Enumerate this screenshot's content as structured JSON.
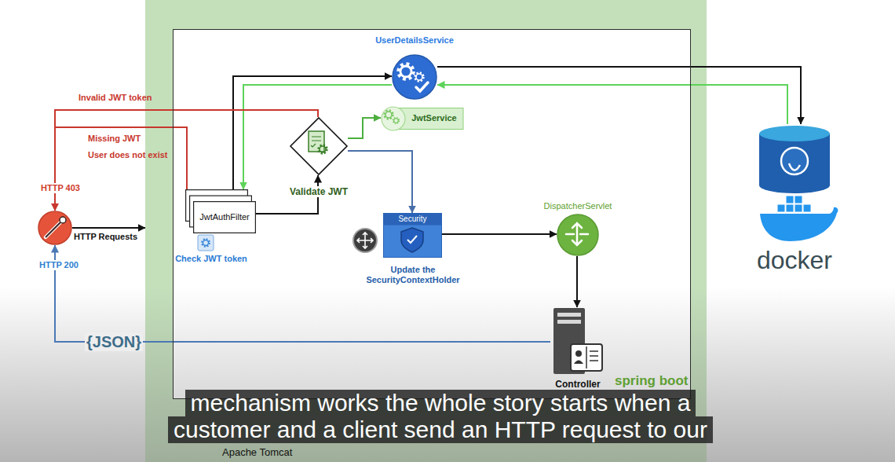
{
  "diagram": {
    "nodes": [
      {
        "text": [
          "HTTP 403",
          "HTTP 200"
        ]
      },
      {
        "text": [
          "Apache Tomcat"
        ]
      },
      {
        "text": [
          "spring boot"
        ],
        "in": 1
      },
      {
        "text": [
          "UserDetailsService"
        ],
        "in": 2
      },
      {
        "text": [
          "JwtService"
        ],
        "in": 2
      },
      {
        "text": [
          "Validate JWT"
        ],
        "in": 2
      },
      {
        "text": [
          "JwtAuthFilter",
          "Check JWT token"
        ],
        "in": 2
      },
      {
        "text": [
          "Security",
          "Update the SecurityContextHolder"
        ],
        "in": 2
      },
      {
        "text": [
          "DispatcherServlet"
        ],
        "in": 2
      },
      {
        "text": [
          "Controller"
        ],
        "in": 2
      },
      {
        "text": [
          "docker"
        ]
      }
    ],
    "edges": [
      {
        "from": 0,
        "to": 1,
        "label": "HTTP Requests",
        "arrow": "to"
      },
      {
        "from": 6,
        "to": 5,
        "arrow": "to"
      },
      {
        "from": 6,
        "to": 3,
        "arrow": "to"
      },
      {
        "from": 3,
        "to": 10,
        "arrow": "to"
      },
      {
        "from": 10,
        "to": 3,
        "arrow": "to"
      },
      {
        "from": 3,
        "to": 6,
        "arrow": "to"
      },
      {
        "from": 5,
        "to": 4,
        "arrow": "to"
      },
      {
        "from": 5,
        "to": 7,
        "arrow": "to"
      },
      {
        "from": 7,
        "to": 8,
        "arrow": "to"
      },
      {
        "from": 8,
        "to": 9,
        "arrow": "to"
      },
      {
        "from": 9,
        "to": 0,
        "label": "{JSON}",
        "arrow": "to"
      },
      {
        "from": 5,
        "to": 0,
        "label": "Invalid JWT token",
        "arrow": "to"
      },
      {
        "from": 6,
        "to": 0,
        "label": "Missing JWT",
        "arrow": "to"
      }
    ],
    "labels": [
      "User does not exist",
      "mechanism works the whole story starts when a",
      "customer and a client send an HTTP request to our"
    ]
  }
}
